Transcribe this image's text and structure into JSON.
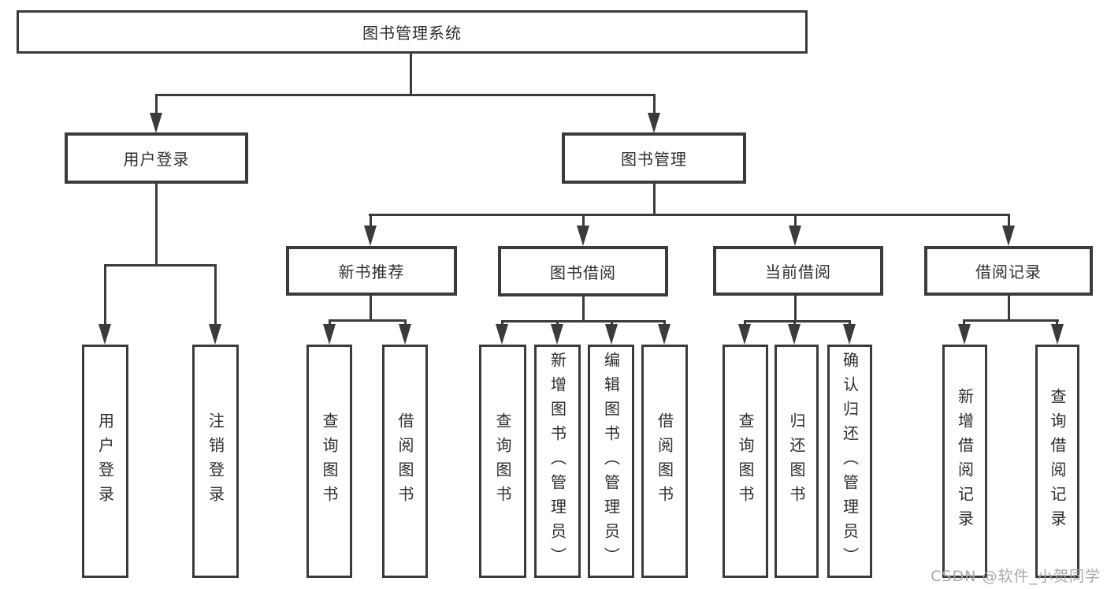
{
  "tree": {
    "root": {
      "label": "图书管理系统",
      "children": [
        {
          "label": "用户登录",
          "children": [
            {
              "label": "用户登录"
            },
            {
              "label": "注销登录"
            }
          ]
        },
        {
          "label": "图书管理",
          "children": [
            {
              "label": "新书推荐",
              "children": [
                {
                  "label": "查询图书"
                },
                {
                  "label": "借阅图书"
                }
              ]
            },
            {
              "label": "图书借阅",
              "children": [
                {
                  "label": "查询图书"
                },
                {
                  "label": "新增图书（管理员）"
                },
                {
                  "label": "编辑图书（管理员）"
                },
                {
                  "label": "借阅图书"
                }
              ]
            },
            {
              "label": "当前借阅",
              "children": [
                {
                  "label": "查询图书"
                },
                {
                  "label": "归还图书"
                },
                {
                  "label": "确认归还（管理员）"
                }
              ]
            },
            {
              "label": "借阅记录",
              "children": [
                {
                  "label": "新增借阅记录"
                },
                {
                  "label": "查询借阅记录"
                }
              ]
            }
          ]
        }
      ]
    }
  },
  "watermark": {
    "text": "CSDN @软件_小贺同学"
  },
  "colors": {
    "line": "#3b3b3b",
    "text": "#2e2e2e",
    "watermark": "#a8a8a8",
    "bg": "#ffffff"
  }
}
